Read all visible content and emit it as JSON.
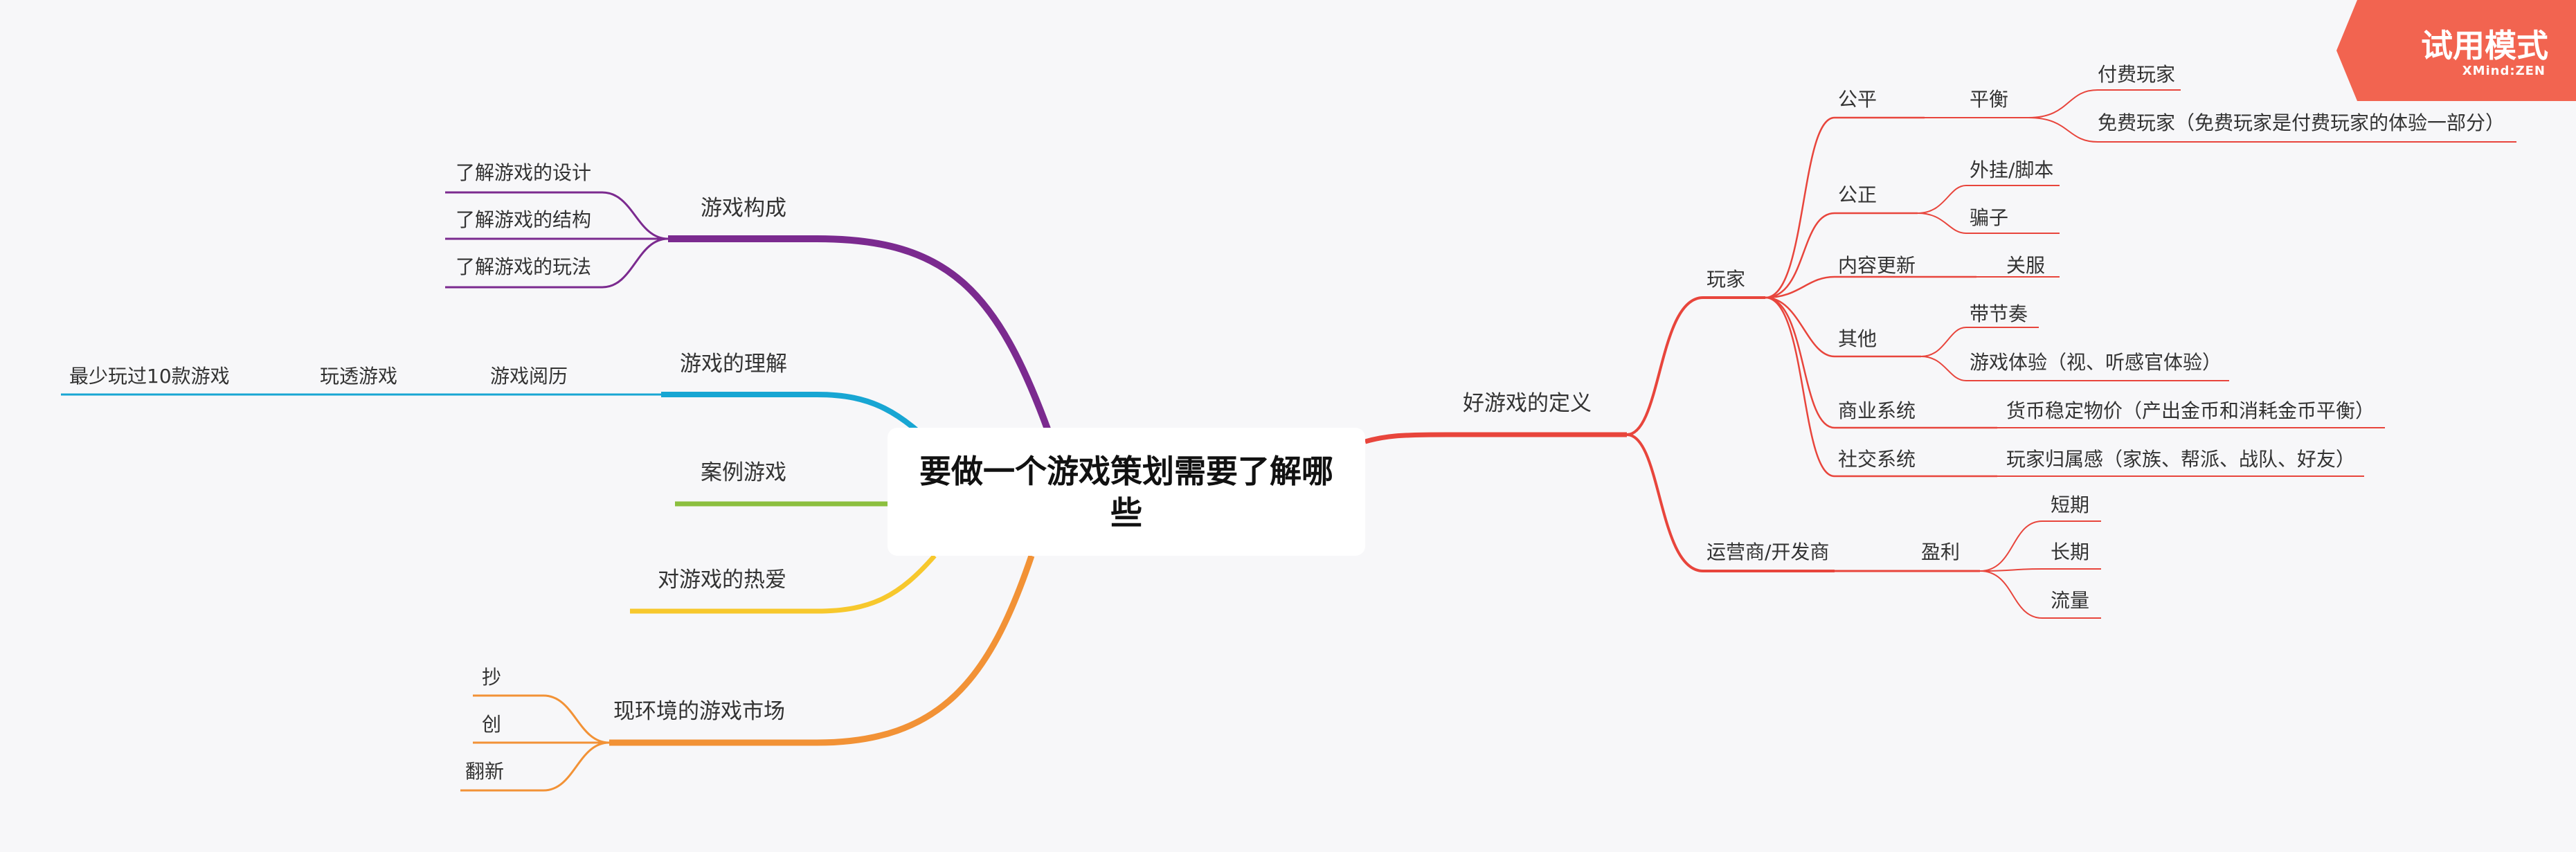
{
  "center": {
    "title": "要做一个游戏策划需要了解哪些"
  },
  "badge": {
    "label": "试用模式",
    "sub": "XMind:ZEN"
  },
  "left": {
    "composition": {
      "label": "游戏构成",
      "children": [
        "了解游戏的设计",
        "了解游戏的结构",
        "了解游戏的玩法"
      ]
    },
    "understanding": {
      "label": "游戏的理解",
      "experience": "游戏阅历",
      "play": "玩透游戏",
      "min": "最少玩过10款游戏"
    },
    "cases": {
      "label": "案例游戏"
    },
    "love": {
      "label": "对游戏的热爱"
    },
    "market": {
      "label": "现环境的游戏市场",
      "children": [
        "抄",
        "创",
        "翻新"
      ]
    }
  },
  "right": {
    "good": {
      "label": "好游戏的定义"
    },
    "player": {
      "label": "玩家",
      "fair": {
        "label": "公平",
        "balance": "平衡",
        "paid": "付费玩家",
        "free": "免费玩家（免费玩家是付费玩家的体验一部分）"
      },
      "justice": {
        "label": "公正",
        "cheat": "外挂/脚本",
        "fraud": "骗子"
      },
      "update": {
        "label": "内容更新",
        "close": "关服"
      },
      "other": {
        "label": "其他",
        "rhythm": "带节奏",
        "exp": "游戏体验（视、听感官体验）"
      },
      "commerce": {
        "label": "商业系统",
        "price": "货币稳定物价（产出金币和消耗金币平衡）"
      },
      "social": {
        "label": "社交系统",
        "belong": "玩家归属感（家族、帮派、战队、好友）"
      }
    },
    "operator": {
      "label": "运营商/开发商",
      "profit": "盈利",
      "children": [
        "短期",
        "长期",
        "流量"
      ]
    }
  },
  "colors": {
    "composition": "#7b2a8f",
    "understanding": "#18a6d3",
    "cases": "#8cbf3f",
    "love": "#f7c82d",
    "market": "#f29236",
    "right": "#e8453c",
    "badge": "#f26450"
  }
}
